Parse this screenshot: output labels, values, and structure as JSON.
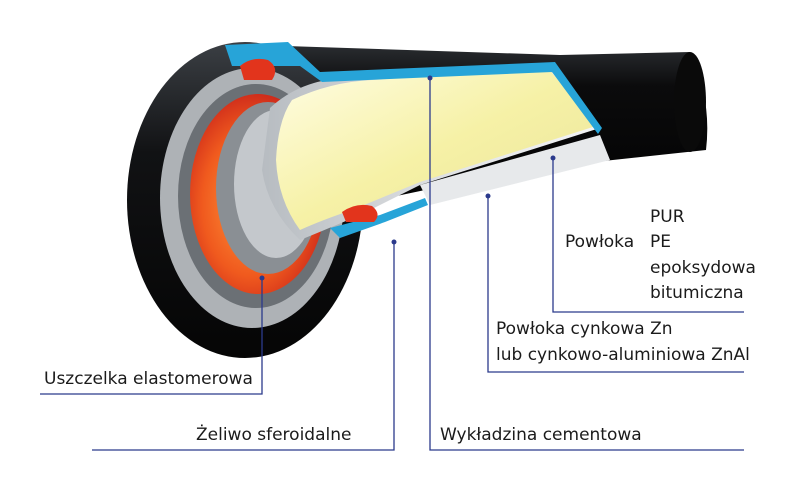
{
  "colors": {
    "leader_line": "#2b3a8c",
    "pipe_black": "#0f0f10",
    "iron_gray": "#c9cccf",
    "zinc_blue": "#27a4d8",
    "cement_lining": "#f6f3b0",
    "gasket_red": "#e2341c"
  },
  "labels": {
    "coating_title": "Powłoka",
    "coating_options": [
      "PUR",
      "PE",
      "epoksydowa",
      "bitumiczna"
    ],
    "zinc_line1": "Powłoka cynkowa Zn",
    "zinc_line2": "lub cynkowo-aluminiowa ZnAl",
    "gasket": "Uszczelka elastomerowa",
    "ductile_iron": "Żeliwo sferoidalne",
    "cement_lining": "Wykładzina cementowa"
  }
}
